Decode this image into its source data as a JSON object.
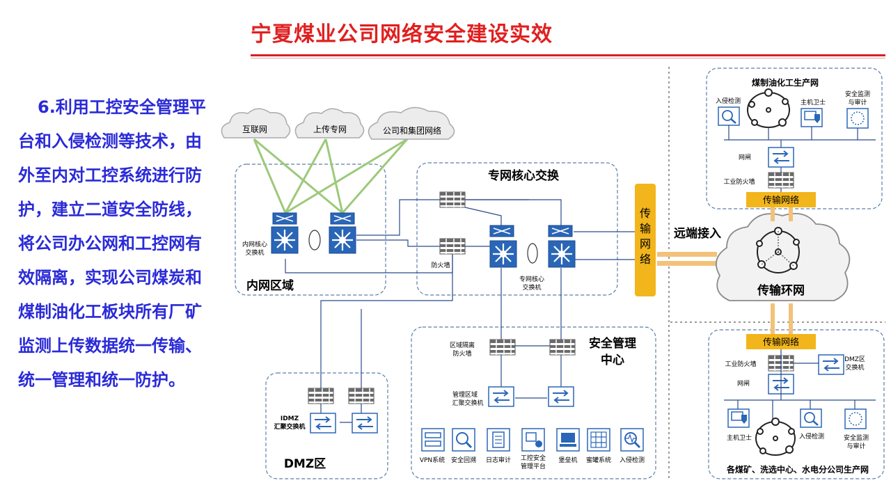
{
  "title": "宁夏煤业公司网络安全建设实效",
  "side_text": "6.利用工控安全管理平台和入侵检测等技术，由外至内对工控系统进行防护，建立二道安全防线，将公司办公网和工控网有效隔离，实现公司煤炭和煤制油化工板块所有厂矿监测上传数据统一传输、统一管理和统一防护。",
  "clouds": {
    "internet": "互联网",
    "upload": "上传专网",
    "group": "公司和集团网络"
  },
  "zones": {
    "inner": "内网区域",
    "core": "专网核心交换",
    "security_1": "安全管理",
    "security_2": "中心",
    "dmz": "DMZ区"
  },
  "labels": {
    "inner_switch_1": "内网核心",
    "inner_switch_2": "交换机",
    "firewall": "防火墙",
    "core_switch_1": "专网核心",
    "core_switch_2": "交换机",
    "zone_fw_1": "区域隔离",
    "zone_fw_2": "防火墙",
    "mgmt_sw_1": "管理区域",
    "mgmt_sw_2": "汇聚交换机",
    "idmz_1": "IDMZ",
    "idmz_2": "汇聚交换机"
  },
  "tools": [
    {
      "label": "VPN系统",
      "icon": "vpn-icon"
    },
    {
      "label": "安全回溯",
      "icon": "magnifier-icon"
    },
    {
      "label": "日志审计",
      "icon": "document-icon"
    },
    {
      "label": "工控安全",
      "label2": "管理平台",
      "icon": "platform-icon"
    },
    {
      "label": "堡垒机",
      "icon": "bastion-icon"
    },
    {
      "label": "蜜罐系统",
      "icon": "honeypot-icon"
    },
    {
      "label": "入侵检测",
      "icon": "intrusion-icon"
    }
  ],
  "transport": {
    "vertical": [
      "传",
      "输",
      "网",
      "络"
    ],
    "remote": "远端接入",
    "ring": "传输环网",
    "band_top": "传输网络",
    "band_bottom": "传输网络"
  },
  "coal_oil": {
    "title": "煤制油化工生产网",
    "intrusion": "入侵检测",
    "host": "主机卫士",
    "audit_1": "安全监测",
    "audit_2": "与审计",
    "gateway": "网闸",
    "industrial_fw": "工业防火墙"
  },
  "mines": {
    "industrial_fw": "工业防火墙",
    "dmz_1": "DMZ区",
    "dmz_2": "交换机",
    "gateway": "网闸",
    "host": "主机卫士",
    "intrusion": "入侵检测",
    "audit_1": "安全监测",
    "audit_2": "与审计",
    "title": "各煤矿、洗选中心、水电分公司生产网"
  },
  "colors": {
    "title_red": "#e02020",
    "text_blue": "#2a2ad8",
    "device_blue": "#2a66b8",
    "green_link": "#9cc97a",
    "orange": "#f2b51c",
    "zone_border": "#5a7ea8"
  }
}
